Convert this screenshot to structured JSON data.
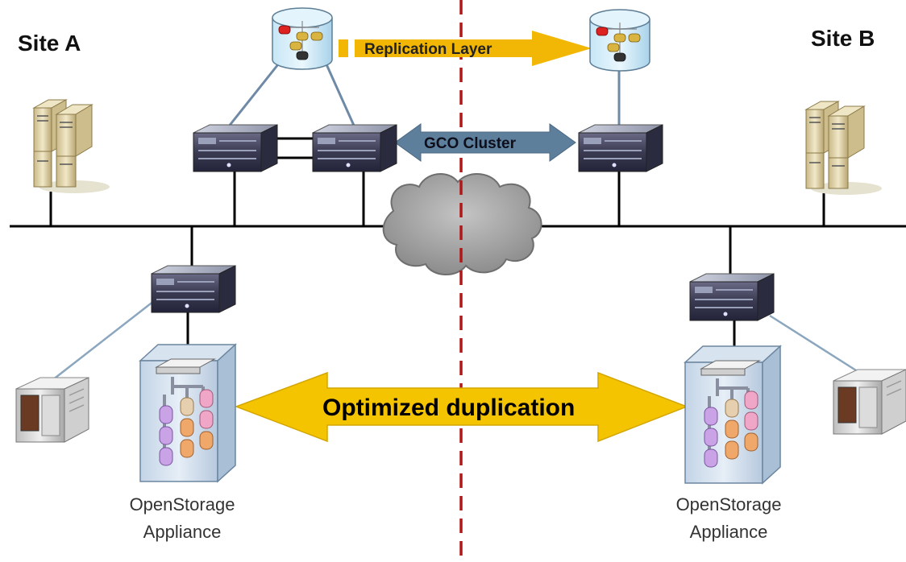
{
  "sites": {
    "left": "Site A",
    "right": "Site B"
  },
  "arrows": {
    "replication": "Replication Layer",
    "gco": "GCO Cluster",
    "duplication": "Optimized duplication"
  },
  "appliances": {
    "left": {
      "line1": "OpenStorage",
      "line2": "Appliance"
    },
    "right": {
      "line1": "OpenStorage",
      "line2": "Appliance"
    }
  },
  "colors": {
    "network_line": "#000000",
    "divider": "#b01818",
    "replication_arrow": "#f2b705",
    "gco_arrow": "#5d7f9c",
    "duplication_arrow": "#f5c400",
    "cloud": "#9b9b9b",
    "server_chassis": "#3a3a52",
    "connector_line": "#7f9bb4"
  },
  "icons": {
    "database_node": "database-cylinder-icon",
    "rack_server": "rack-server-icon",
    "tower_server": "tower-server-icon",
    "cloud": "wan-cloud-icon",
    "tape_library": "tape-library-icon",
    "storage_appliance": "openstorage-appliance-icon"
  }
}
